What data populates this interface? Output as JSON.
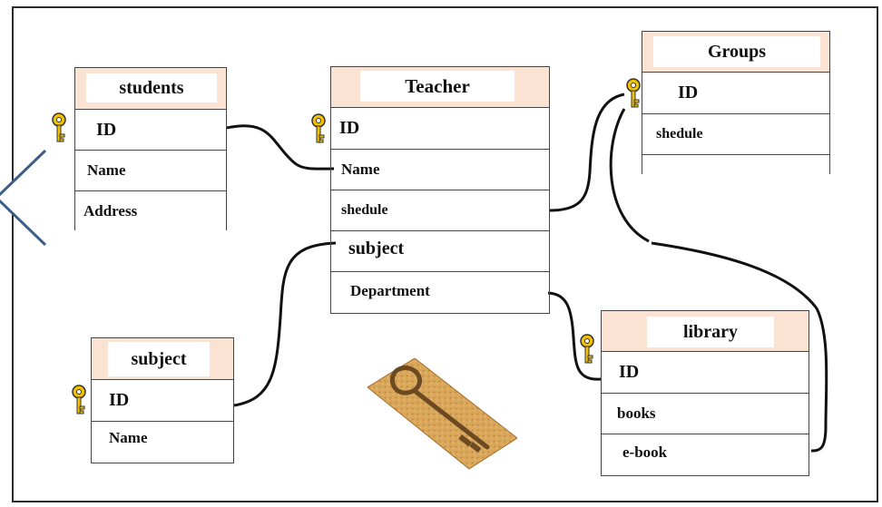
{
  "tables": {
    "students": {
      "title": "students",
      "fields": [
        "ID",
        "Name",
        "Address"
      ]
    },
    "teacher": {
      "title": "Teacher",
      "fields": [
        "ID",
        "Name",
        "shedule",
        "subject",
        "Department"
      ]
    },
    "groups": {
      "title": "Groups",
      "fields": [
        "ID",
        "shedule"
      ]
    },
    "subject": {
      "title": "subject",
      "fields": [
        "ID",
        "Name"
      ]
    },
    "library": {
      "title": "library",
      "fields": [
        "ID",
        "books",
        "e-book"
      ]
    }
  },
  "icons": {
    "primary_key": "key-icon",
    "decoration": "antique-key-icon",
    "nav": "chevron-left-icon"
  },
  "colors": {
    "header": "#fbe3d3",
    "key": "#f2c200",
    "chevron": "#3d5d86",
    "line": "#111111"
  }
}
